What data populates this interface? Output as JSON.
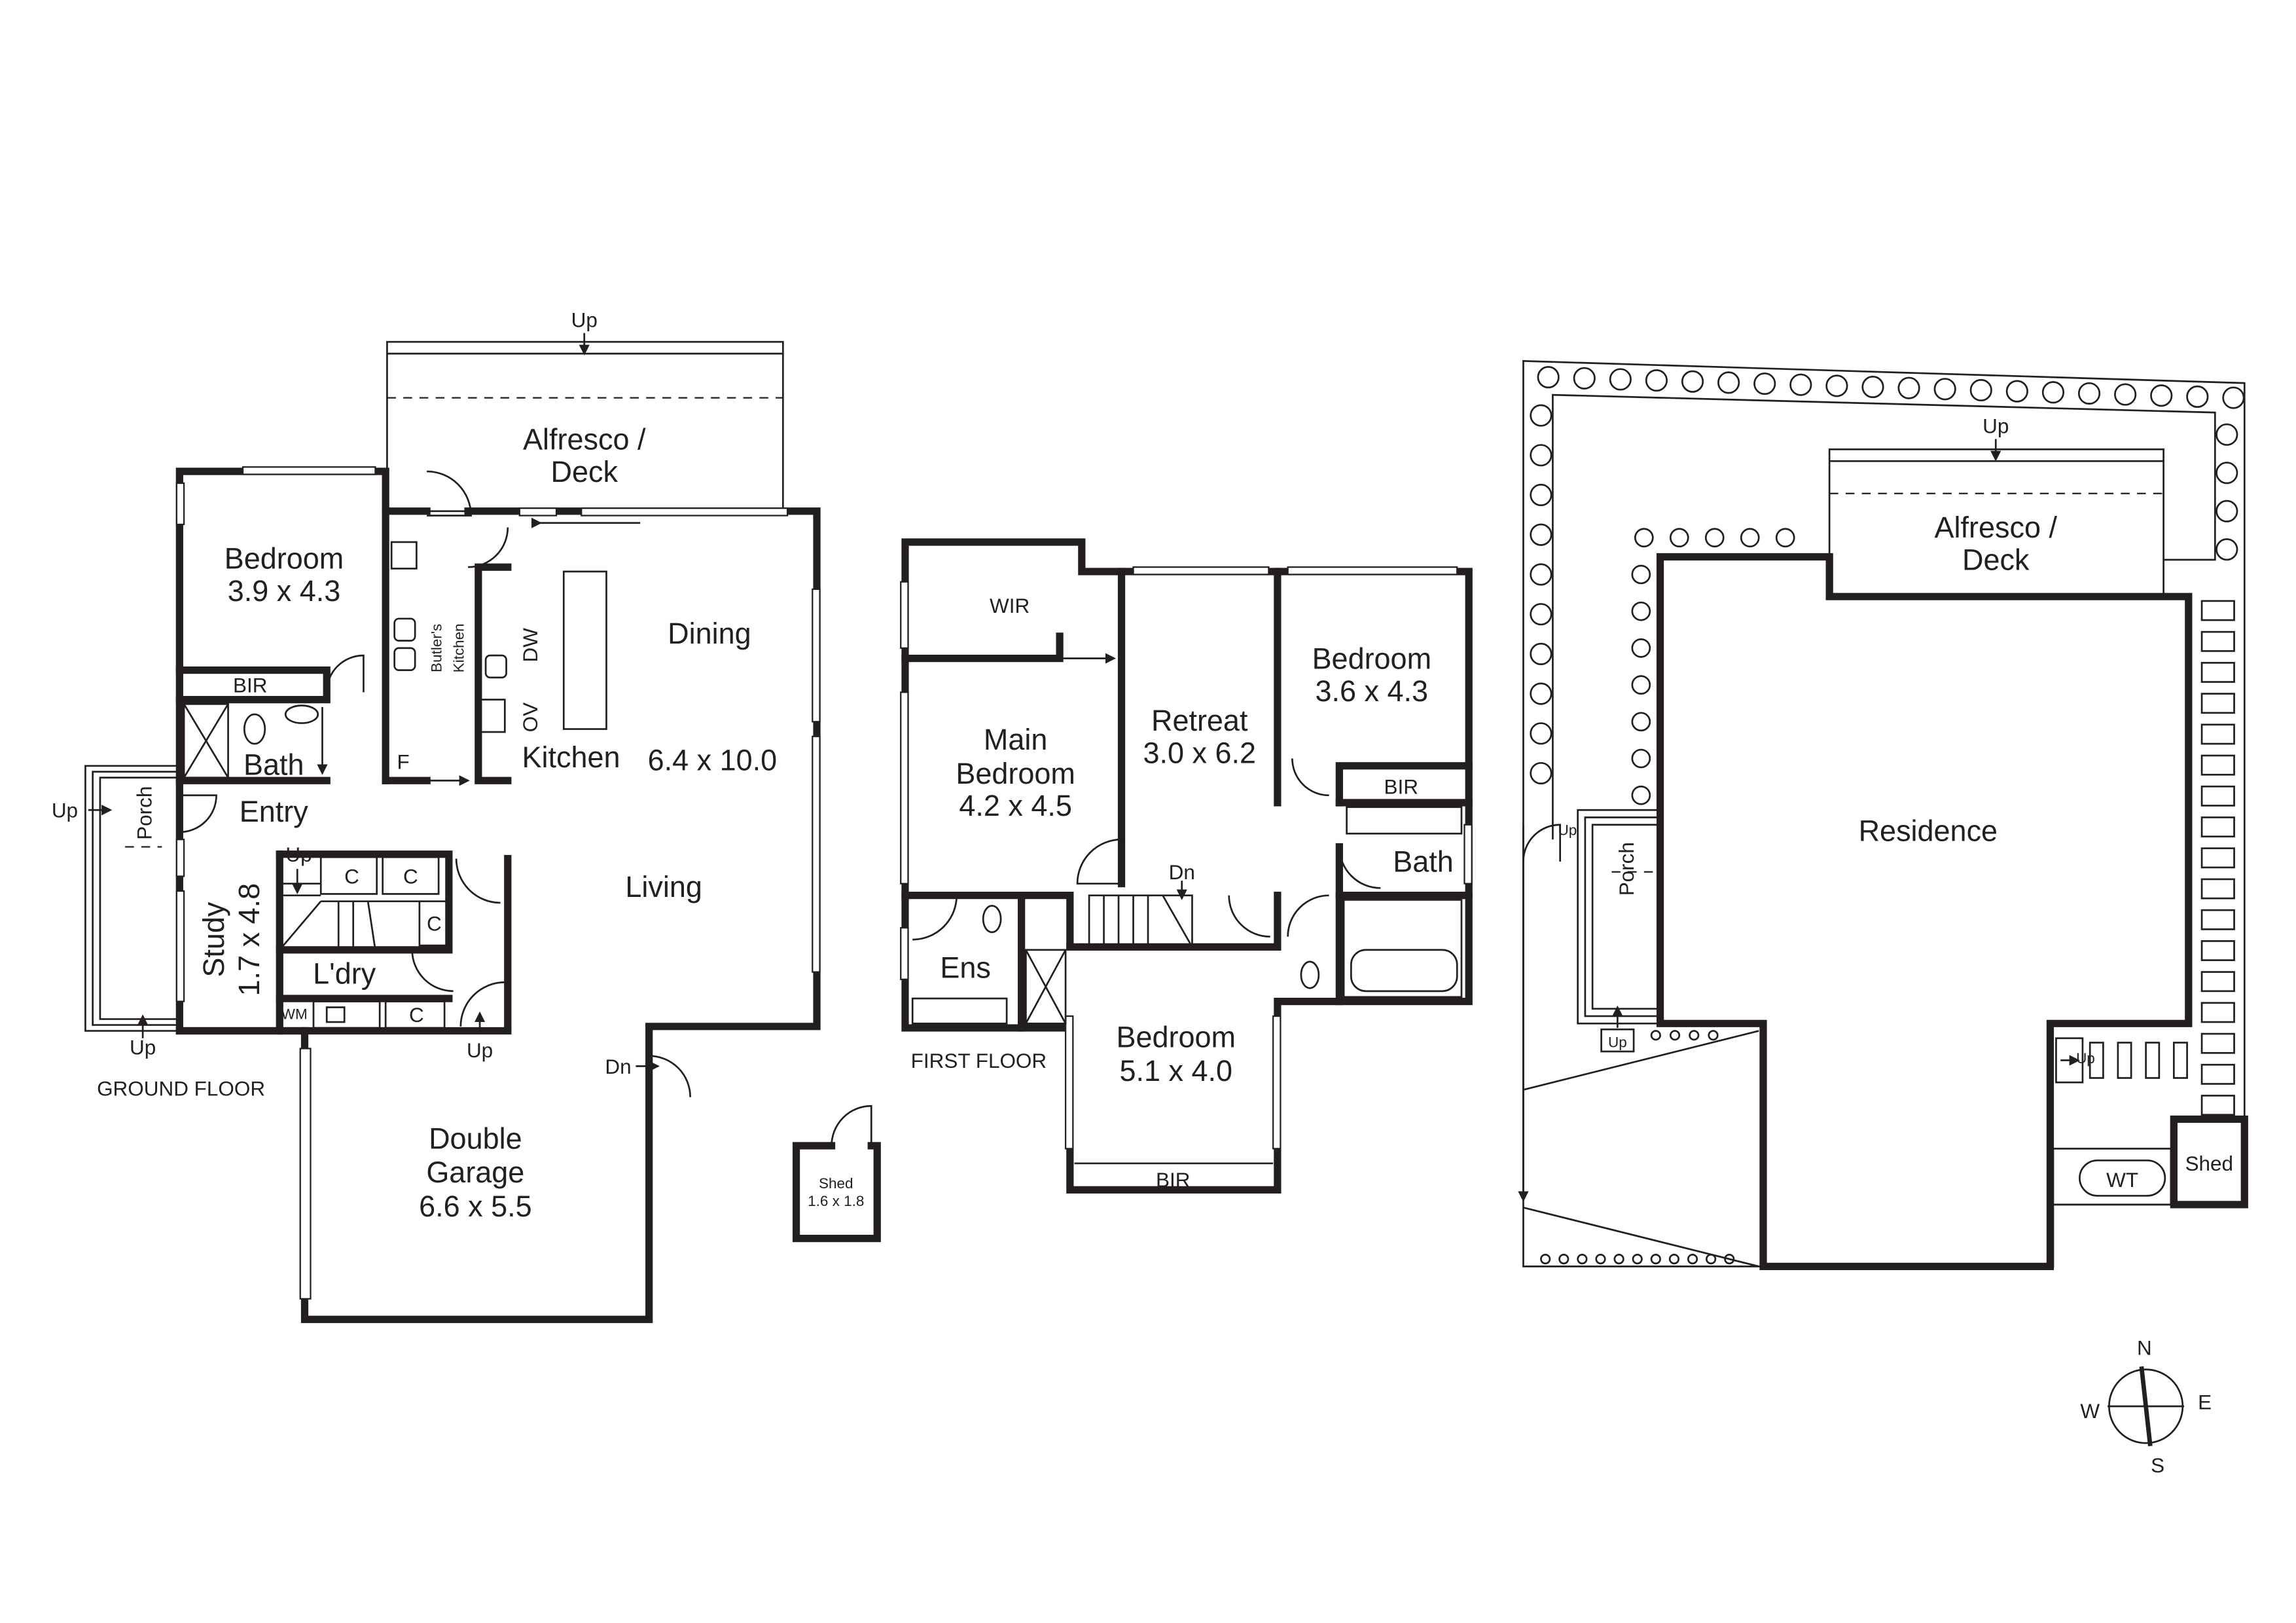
{
  "ground_floor": {
    "title": "GROUND FLOOR",
    "alfresco_l1": "Alfresco /",
    "alfresco_l2": "Deck",
    "up_deck": "Up",
    "bedroom": "Bedroom",
    "bedroom_size": "3.9 x 4.3",
    "bir": "BIR",
    "bath": "Bath",
    "butlers_l1": "Butler's",
    "butlers_l2": "Kitchen",
    "dw": "DW",
    "ov": "OV",
    "fridge": "F",
    "dining": "Dining",
    "kitchen": "Kitchen",
    "kitchen_size": "6.4 x 10.0",
    "entry": "Entry",
    "porch": "Porch",
    "up_porch_left": "Up",
    "up_porch_bottom": "Up",
    "up_stairs": "Up",
    "cupboard": "C",
    "study": "Study",
    "study_size": "1.7 x 4.8",
    "laundry": "L'dry",
    "wm": "WM",
    "living": "Living",
    "up_garage": "Up",
    "dn_garage": "Dn",
    "garage_l1": "Double",
    "garage_l2": "Garage",
    "garage_size": "6.6 x 5.5"
  },
  "shed": {
    "label": "Shed",
    "size": "1.6 x 1.8"
  },
  "first_floor": {
    "title": "FIRST FLOOR",
    "wir": "WIR",
    "main_bedroom_l1": "Main",
    "main_bedroom_l2": "Bedroom",
    "main_bedroom_size": "4.2 x 4.5",
    "retreat": "Retreat",
    "retreat_size": "3.0 x 6.2",
    "bedroom2": "Bedroom",
    "bedroom2_size": "3.6 x 4.3",
    "bir2": "BIR",
    "bath": "Bath",
    "dn": "Dn",
    "ens": "Ens",
    "bedroom3": "Bedroom",
    "bedroom3_size": "5.1 x 4.0",
    "bir3": "BIR"
  },
  "site_plan": {
    "alfresco_l1": "Alfresco /",
    "alfresco_l2": "Deck",
    "up_deck": "Up",
    "residence": "Residence",
    "porch": "Porch",
    "up_porch": "Up",
    "up_porch2": "Up",
    "up_side": "Up",
    "wt": "WT",
    "shed": "Shed"
  },
  "compass": {
    "n": "N",
    "e": "E",
    "s": "S",
    "w": "W"
  }
}
